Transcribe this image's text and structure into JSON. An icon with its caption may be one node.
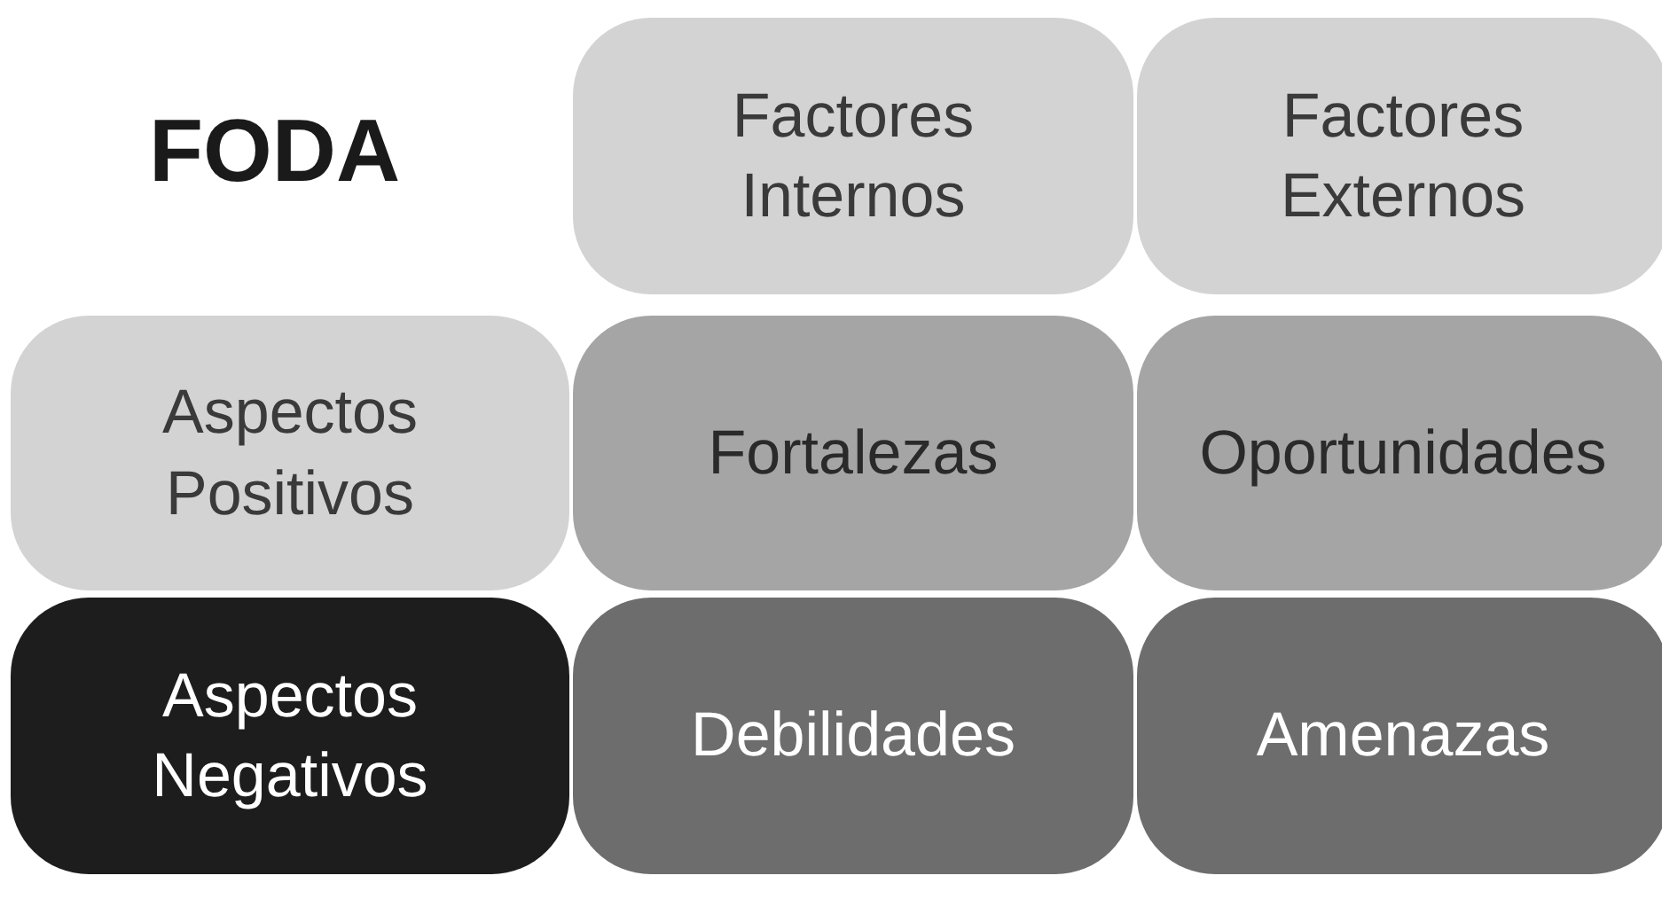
{
  "diagram": {
    "title": "FODA",
    "nodes": [
      {
        "text": [
          "Factores Internos"
        ]
      },
      {
        "text": [
          "Factores Externos"
        ]
      },
      {
        "text": [
          "Aspectos Positivos"
        ]
      },
      {
        "text": [
          "Fortalezas"
        ]
      },
      {
        "text": [
          "Oportunidades"
        ]
      },
      {
        "text": [
          "Aspectos Negativos"
        ]
      },
      {
        "text": [
          "Debilidades"
        ]
      },
      {
        "text": [
          "Amenazas"
        ]
      }
    ]
  }
}
